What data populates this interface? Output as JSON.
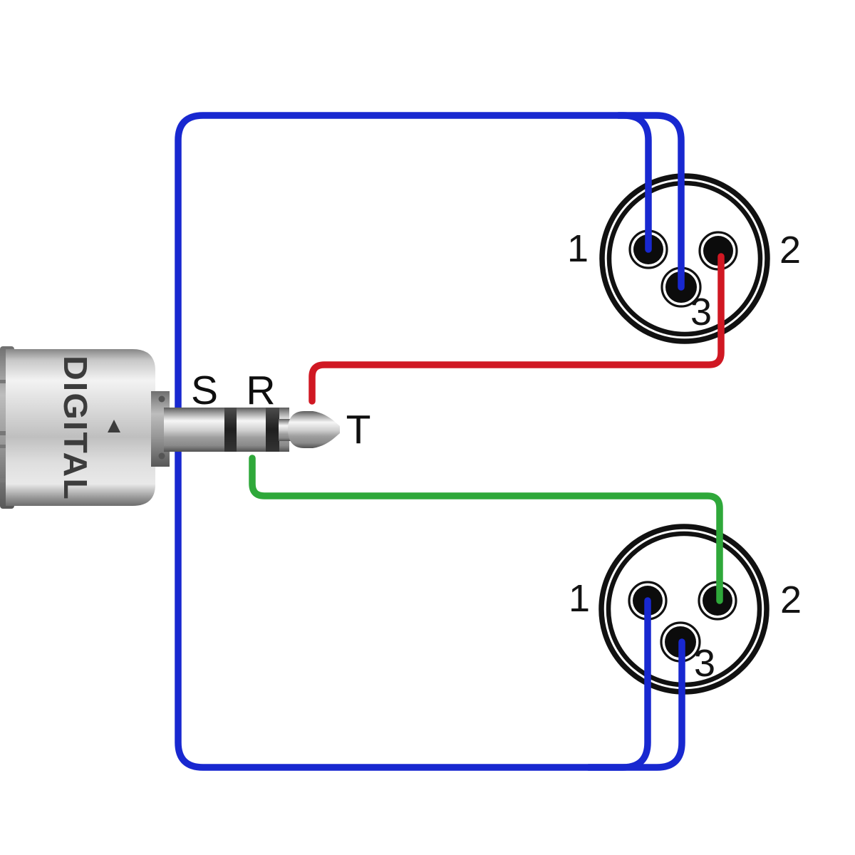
{
  "background_color": "#ffffff",
  "jack_plug": {
    "body_text": "DIGITAL",
    "terminal_labels": {
      "sleeve": "S",
      "ring": "R",
      "tip": "T"
    }
  },
  "xlr_top": {
    "pin1": "1",
    "pin2": "2",
    "pin3": "3"
  },
  "xlr_bottom": {
    "pin1": "1",
    "pin2": "2",
    "pin3": "3"
  },
  "wire_colors": {
    "ground_sleeve": "#1828d0",
    "tip_to_top_xlr_pin2": "#d01823",
    "ring_to_bottom_xlr_pin2": "#2fa83a"
  },
  "icons": {
    "arrow_marker": "triangle-up"
  }
}
